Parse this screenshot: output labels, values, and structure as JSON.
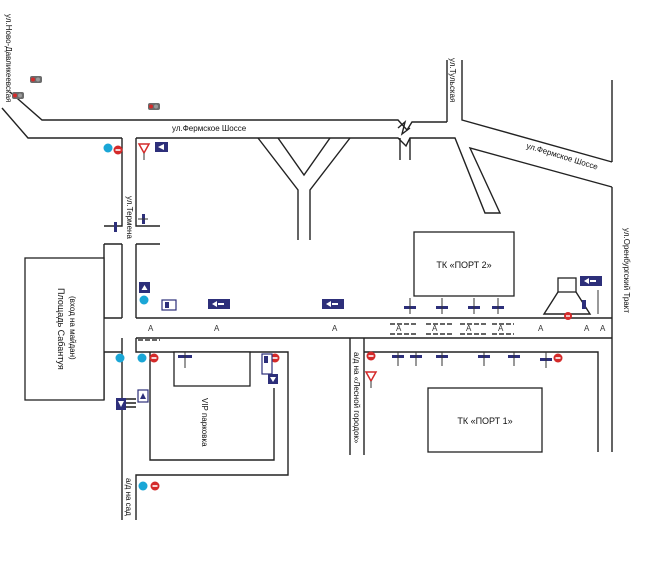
{
  "colors": {
    "road": "#222222",
    "sign_blue": "#2d2f7a",
    "sign_red": "#d42a2a",
    "sign_cyan": "#1aa6d6",
    "sign_gray": "#6b6b6b"
  },
  "streets": {
    "novo_davlikeevskaya": "ул.Ново-Давликеевская",
    "fermskoe_left": "ул.Фермское Шоссе",
    "fermskoe_right": "ул.Фермское Шоссе",
    "tulskaya": "ул.Тульская",
    "termena": "ул.Термена",
    "orenburgsky": "ул.Оренбургский Тракт",
    "lesnoy_gorodok": "а/д на «Лесной городок»",
    "sad": "а/д на сад"
  },
  "buildings": {
    "port2": "ТК «ПОРТ 2»",
    "port1": "ТК «ПОРТ 1»",
    "vip": "VIP парковка",
    "square_line1": "Площадь Сабантуя",
    "square_line2": "(вход на майдан)"
  },
  "road_markings": {
    "arrow_symbol": "A"
  },
  "icons": {
    "traffic_light": "traffic-light-icon",
    "no_entry": "no-entry-sign-icon",
    "give_way": "give-way-sign-icon",
    "direction": "direction-sign-icon",
    "bus_stop": "bus-stop-sign-icon"
  }
}
